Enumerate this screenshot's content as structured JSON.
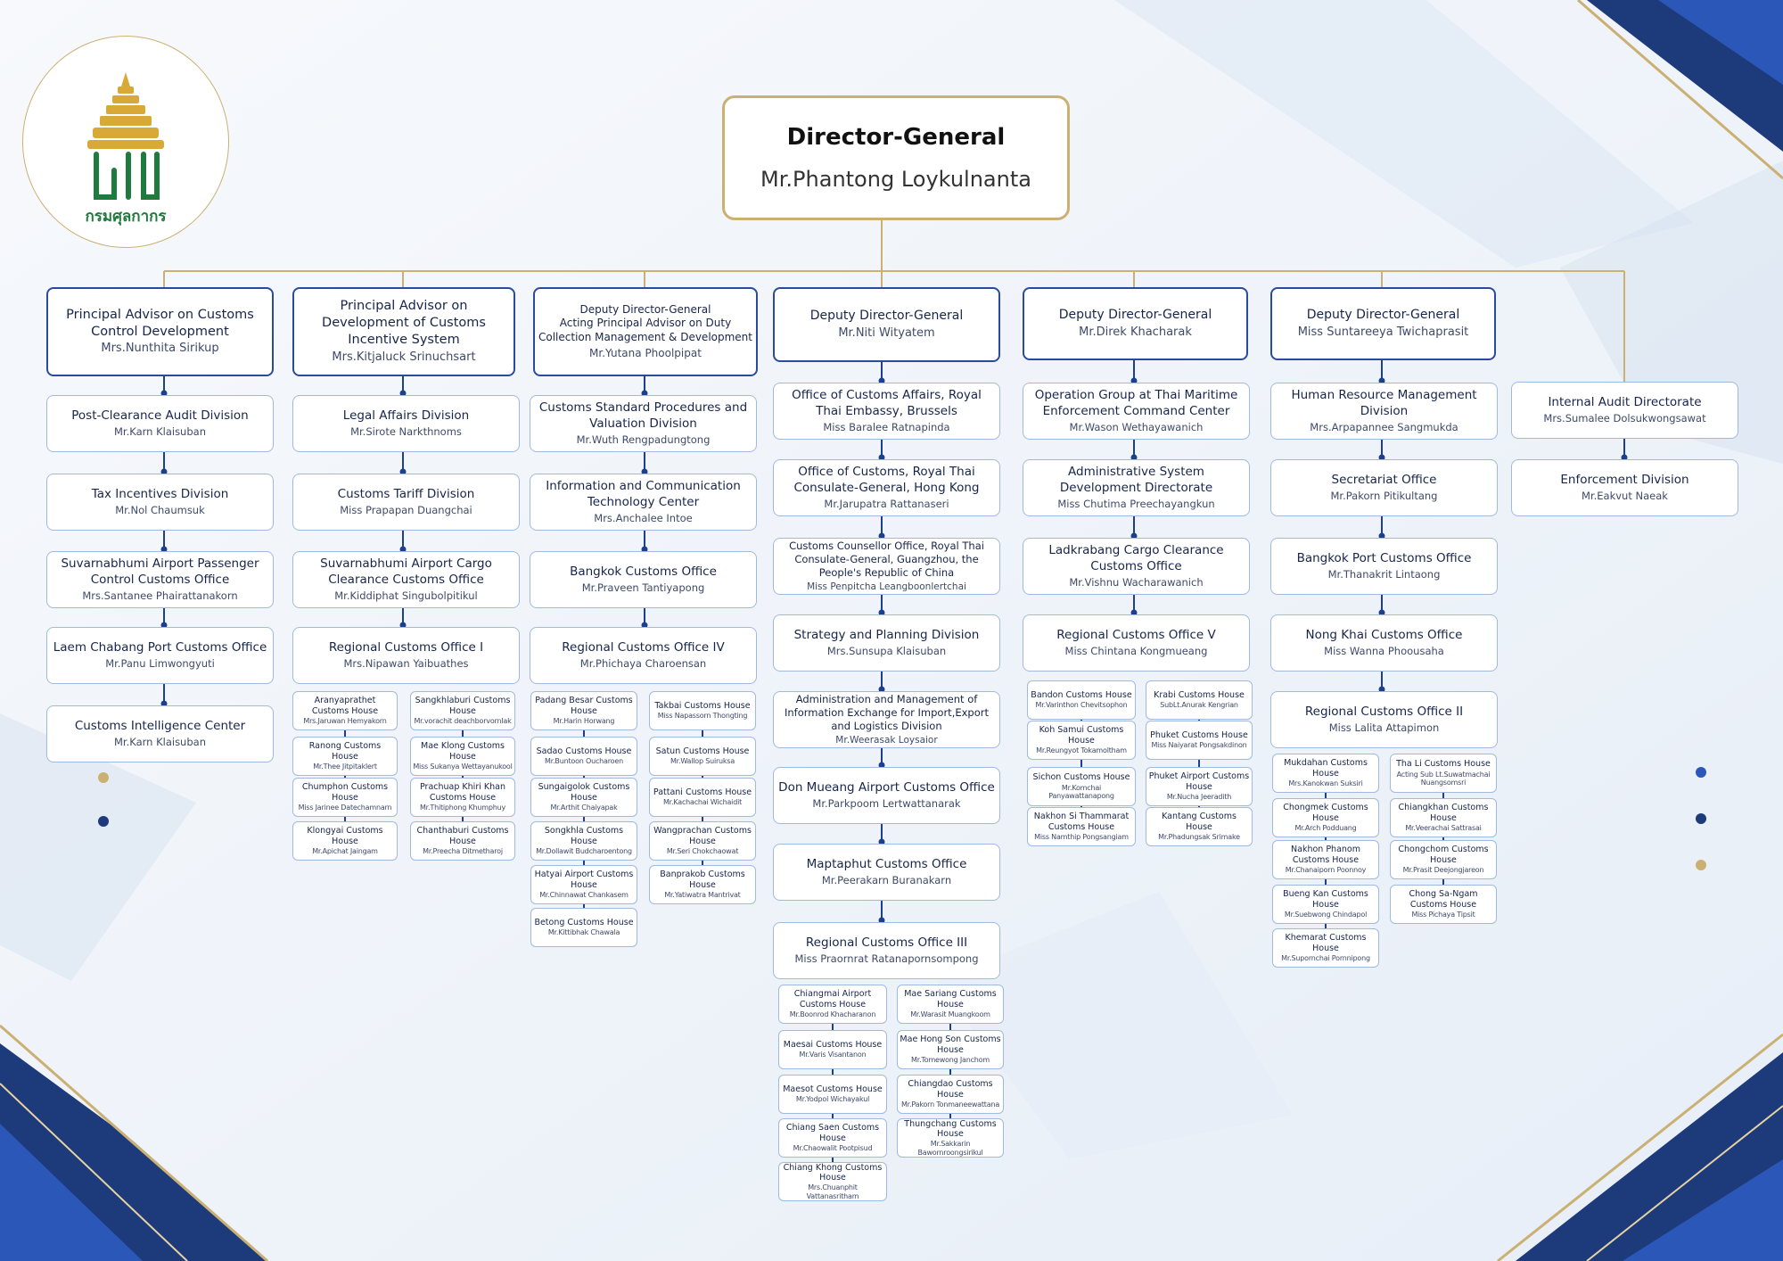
{
  "logo": {
    "text": "กรมศุลกากร",
    "mark": "บก"
  },
  "director_general": {
    "title": "Director-General",
    "name": "Mr.Phantong Loykulnanta"
  },
  "colors": {
    "head_border": "#2a4a9b",
    "box_border": "#9fb9df",
    "gold": "#cbb074",
    "connector": "#1c3f8e",
    "navy": "#1d3a7a",
    "logo_green": "#1f7a3d"
  },
  "columns": [
    {
      "head": {
        "title": "Principal Advisor on Customs Control Development",
        "name": "Mrs.Nunthita Sirikup"
      },
      "items": [
        {
          "title": "Post-Clearance Audit Division",
          "name": "Mr.Karn Klaisuban"
        },
        {
          "title": "Tax Incentives Division",
          "name": "Mr.Nol Chaumsuk"
        },
        {
          "title": "Suvarnabhumi Airport Passenger Control Customs Office",
          "name": "Mrs.Santanee Phairattanakorn"
        },
        {
          "title": "Laem Chabang Port Customs Office",
          "name": "Mr.Panu Limwongyuti"
        },
        {
          "title": "Customs Intelligence Center",
          "name": "Mr.Karn Klaisuban"
        }
      ]
    },
    {
      "head": {
        "title": "Principal Advisor on Development of Customs Incentive System",
        "name": "Mrs.Kitjaluck Srinuchsart"
      },
      "items": [
        {
          "title": "Legal Affairs Division",
          "name": "Mr.Sirote Narkthnoms"
        },
        {
          "title": "Customs Tariff Division",
          "name": "Miss Prapapan Duangchai"
        },
        {
          "title": "Suvarnabhumi Airport Cargo Clearance Customs Office",
          "name": "Mr.Kiddiphat Singubolpitikul"
        },
        {
          "title": "Regional Customs Office I",
          "name": "Mrs.Nipawan Yaibuathes"
        }
      ],
      "houses_left": [
        {
          "title": "Aranyaprathet Customs House",
          "name": "Mrs.Jaruwan Hemyakorn"
        },
        {
          "title": "Ranong Customs House",
          "name": "Mr.Thee Jitpitaklert"
        },
        {
          "title": "Chumphon Customs House",
          "name": "Miss Jarinee Datechamnarn"
        },
        {
          "title": "Klongyai Customs House",
          "name": "Mr.Apichat Jaingam"
        }
      ],
      "houses_right": [
        {
          "title": "Sangkhlaburi Customs House",
          "name": "Mr.vorachit deachborvornlak"
        },
        {
          "title": "Mae Klong Customs House",
          "name": "Miss Sukanya Wettayanukool"
        },
        {
          "title": "Prachuap Khiri Khan Customs House",
          "name": "Mr.Thitiphong Khumphuy"
        },
        {
          "title": "Chanthaburi Customs House",
          "name": "Mr.Preecha Ditmetharoj"
        }
      ]
    },
    {
      "head": {
        "title": "Deputy Director-General",
        "subtitle": "Acting Principal Advisor on Duty Collection Management & Development",
        "name": "Mr.Yutana Phoolpipat"
      },
      "items": [
        {
          "title": "Customs Standard Procedures and Valuation Division",
          "name": "Mr.Wuth Rengpadungtong"
        },
        {
          "title": "Information and Communication Technology Center",
          "name": "Mrs.Anchalee Intoe"
        },
        {
          "title": "Bangkok Customs Office",
          "name": "Mr.Praveen Tantiyapong"
        },
        {
          "title": "Regional Customs Office IV",
          "name": "Mr.Phichaya Charoensan"
        }
      ],
      "houses_left": [
        {
          "title": "Padang Besar Customs House",
          "name": "Mr.Harin Horwang"
        },
        {
          "title": "Sadao Customs House",
          "name": "Mr.Buntoon Oucharoen"
        },
        {
          "title": "Sungaigolok Customs House",
          "name": "Mr.Arthit Chaiyapak"
        },
        {
          "title": "Songkhla Customs House",
          "name": "Mr.Dollawit Budcharoentong"
        },
        {
          "title": "Hatyai Airport Customs House",
          "name": "Mr.Chinnawat Chankasem"
        },
        {
          "title": "Betong Customs House",
          "name": "Mr.Kittibhak Chawala"
        }
      ],
      "houses_right": [
        {
          "title": "Takbai Customs House",
          "name": "Miss Napassorn Thongting"
        },
        {
          "title": "Satun Customs House",
          "name": "Mr.Wallop Suiruksa"
        },
        {
          "title": "Pattani Customs House",
          "name": "Mr.Kachachai Wichaidit"
        },
        {
          "title": "Wangprachan Customs House",
          "name": "Mr.Seri Chokchaowat"
        },
        {
          "title": "Banprakob Customs House",
          "name": "Mr.Yatiwatra Mantrivat"
        }
      ]
    },
    {
      "head": {
        "title": "Deputy Director-General",
        "name": "Mr.Niti Wityatem"
      },
      "items": [
        {
          "title": "Office of Customs Affairs, Royal Thai Embassy, Brussels",
          "name": "Miss Baralee Ratnapinda"
        },
        {
          "title": "Office of Customs, Royal Thai Consulate-General, Hong Kong",
          "name": "Mr.Jarupatra Rattanaseri"
        },
        {
          "title": "Customs Counsellor Office, Royal Thai Consulate-General, Guangzhou, the People's Republic of China",
          "name": "Miss Penpitcha Leangboonlertchai"
        },
        {
          "title": "Strategy and Planning Division",
          "name": "Mrs.Sunsupa Klaisuban"
        },
        {
          "title": "Administration and Management of Information Exchange for Import,Export and Logistics Division",
          "name": "Mr.Weerasak Loysaior"
        },
        {
          "title": "Don Mueang Airport Customs Office",
          "name": "Mr.Parkpoom Lertwattanarak"
        },
        {
          "title": "Maptaphut Customs Office",
          "name": "Mr.Peerakarn Buranakarn"
        },
        {
          "title": "Regional Customs Office III",
          "name": "Miss Praornrat Ratanapornsompong"
        }
      ],
      "houses_left": [
        {
          "title": "Chiangmai Airport Customs House",
          "name": "Mr.Boonrod Khacharanon"
        },
        {
          "title": "Maesai Customs House",
          "name": "Mr.Varis Visantanon"
        },
        {
          "title": "Maesot Customs House",
          "name": "Mr.Yodpol Wichayakul"
        },
        {
          "title": "Chiang Saen Customs House",
          "name": "Mr.Chaowalit Pootpisud"
        },
        {
          "title": "Chiang Khong Customs House",
          "name": "Mrs.Chuanphit Vattanasritham"
        }
      ],
      "houses_right": [
        {
          "title": "Mae Sariang Customs House",
          "name": "Mr.Warasit Muangkoom"
        },
        {
          "title": "Mae Hong Son Customs House",
          "name": "Mr.Tomewong Janchom"
        },
        {
          "title": "Chiangdao Customs House",
          "name": "Mr.Pakorn Tonmaneewattana"
        },
        {
          "title": "Thungchang Customs House",
          "name": "Mr.Sakkarin Bawornroongsirikul"
        }
      ]
    },
    {
      "head": {
        "title": "Deputy Director-General",
        "name": "Mr.Direk Khacharak"
      },
      "items": [
        {
          "title": "Operation Group at Thai Maritime Enforcement Command Center",
          "name": "Mr.Wason Wethayawanich"
        },
        {
          "title": "Administrative System Development Directorate",
          "name": "Miss Chutima Preechayangkun"
        },
        {
          "title": "Ladkrabang Cargo Clearance Customs Office",
          "name": "Mr.Vishnu Wacharawanich"
        },
        {
          "title": "Regional Customs Office V",
          "name": "Miss Chintana Kongmueang"
        }
      ],
      "houses_left": [
        {
          "title": "Bandon Customs House",
          "name": "Mr.Varinthon Chevitsophon"
        },
        {
          "title": "Koh Samui Customs House",
          "name": "Mr.Reungyot Tokamoltham"
        },
        {
          "title": "Sichon Customs House",
          "name": "Mr.Komchai Panyawattanapong"
        },
        {
          "title": "Nakhon Si Thammarat Customs House",
          "name": "Miss Namthip Pongsangiam"
        }
      ],
      "houses_right": [
        {
          "title": "Krabi Customs House",
          "name": "SubLt.Anurak Kengrian"
        },
        {
          "title": "Phuket Customs House",
          "name": "Miss Naiyarat Pongsakdinon"
        },
        {
          "title": "Phuket Airport Customs House",
          "name": "Mr.Nucha Jeeradith"
        },
        {
          "title": "Kantang Customs House",
          "name": "Mr.Phadungsak Srimake"
        }
      ]
    },
    {
      "head": {
        "title": "Deputy Director-General",
        "name": "Miss Suntareeya Twichaprasit"
      },
      "items": [
        {
          "title": "Human Resource Management Division",
          "name": "Mrs.Arpapannee Sangmukda"
        },
        {
          "title": "Secretariat Office",
          "name": "Mr.Pakorn Pitikultang"
        },
        {
          "title": "Bangkok Port Customs Office",
          "name": "Mr.Thanakrit Lintaong"
        },
        {
          "title": "Nong Khai Customs Office",
          "name": "Miss Wanna Phoousaha"
        },
        {
          "title": "Regional Customs Office II",
          "name": "Miss Lalita Attapimon"
        }
      ],
      "houses_left": [
        {
          "title": "Mukdahan Customs House",
          "name": "Mrs.Kanokwan Suksiri"
        },
        {
          "title": "Chongmek Customs House",
          "name": "Mr.Arch Podduang"
        },
        {
          "title": "Nakhon Phanom Customs House",
          "name": "Mr.Chanaiporn Poonnoy"
        },
        {
          "title": "Bueng Kan Customs House",
          "name": "Mr.Suebwong Chindapol"
        },
        {
          "title": "Khemarat Customs House",
          "name": "Mr.Supornchai Pornnipong"
        }
      ],
      "houses_right": [
        {
          "title": "Tha Li Customs House",
          "name": "Acting Sub Lt.Suwatmachai Nuangsomsri"
        },
        {
          "title": "Chiangkhan Customs House",
          "name": "Mr.Veerachai Sattrasai"
        },
        {
          "title": "Chongchom Customs House",
          "name": "Mr.Prasit Deejongjareon"
        },
        {
          "title": "Chong Sa-Ngam Customs House",
          "name": "Miss Pichaya Tipsit"
        }
      ]
    },
    {
      "items": [
        {
          "title": "Internal Audit Directorate",
          "name": "Mrs.Sumalee Dolsukwongsawat"
        },
        {
          "title": "Enforcement Division",
          "name": "Mr.Eakvut Naeak"
        }
      ]
    }
  ]
}
